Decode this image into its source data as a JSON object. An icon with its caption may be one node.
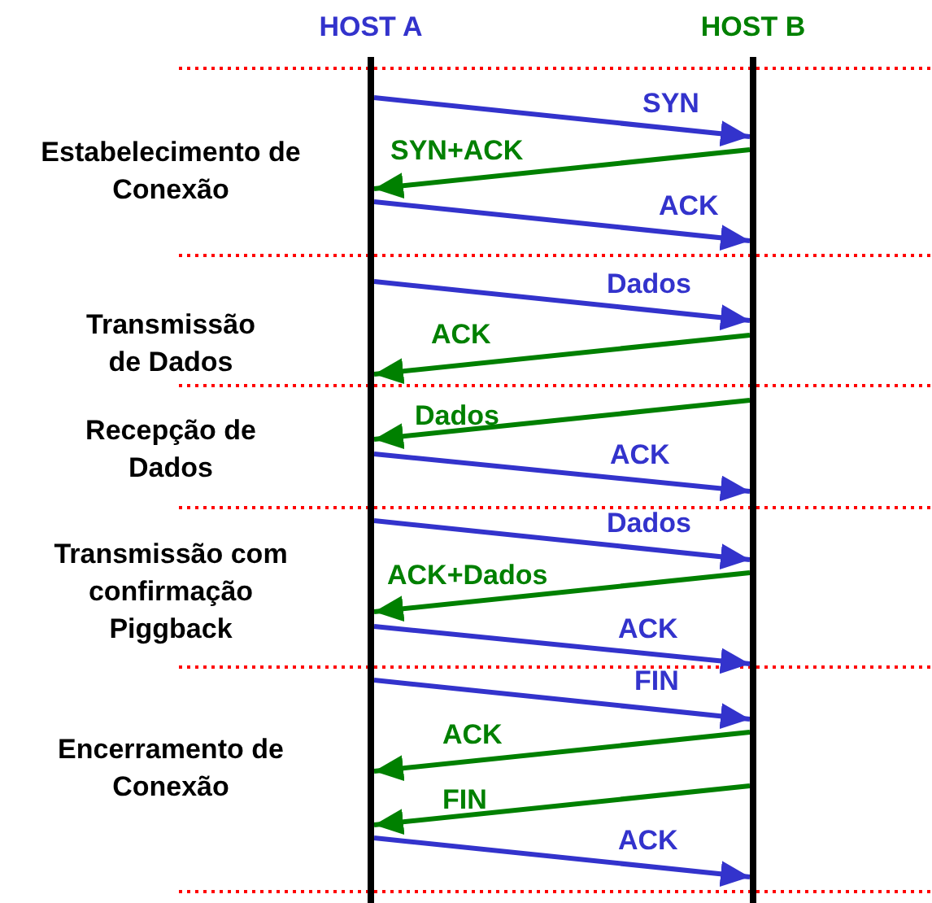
{
  "diagram": {
    "nodes": [
      {
        "text": [
          "HOST A"
        ]
      },
      {
        "text": [
          "HOST B"
        ]
      }
    ],
    "edges": [
      {
        "from": 0,
        "to": 1,
        "arrow": "to",
        "label": "SYN"
      },
      {
        "from": 1,
        "to": 0,
        "arrow": "to",
        "label": "SYN+ACK",
        "color": "#008000"
      },
      {
        "from": 0,
        "to": 1,
        "arrow": "to",
        "label": "ACK"
      },
      {
        "from": 0,
        "to": 1,
        "arrow": "to",
        "label": "Dados"
      },
      {
        "from": 1,
        "to": 0,
        "arrow": "to",
        "label": "ACK",
        "color": "#008000"
      },
      {
        "from": 1,
        "to": 0,
        "arrow": "to",
        "label": "Dados",
        "color": "#008000"
      },
      {
        "from": 0,
        "to": 1,
        "arrow": "to",
        "label": "ACK"
      },
      {
        "from": 0,
        "to": 1,
        "arrow": "to",
        "label": "Dados"
      },
      {
        "from": 1,
        "to": 0,
        "arrow": "to",
        "label": "ACK+Dados",
        "color": "#008000"
      },
      {
        "from": 0,
        "to": 1,
        "arrow": "to",
        "label": "ACK"
      },
      {
        "from": 0,
        "to": 1,
        "arrow": "to",
        "label": "FIN"
      },
      {
        "from": 1,
        "to": 0,
        "arrow": "to",
        "label": "ACK",
        "color": "#008000"
      },
      {
        "from": 1,
        "to": 0,
        "arrow": "to",
        "label": "FIN",
        "color": "#008000"
      },
      {
        "from": 0,
        "to": 1,
        "arrow": "to",
        "label": "ACK"
      }
    ],
    "labels": [
      "Estabelecimento de Conexão",
      "Transmissão de Dados",
      "Recepção de Dados",
      "Transmissão com confirmação Piggback",
      "Encerramento de Conexão"
    ]
  }
}
